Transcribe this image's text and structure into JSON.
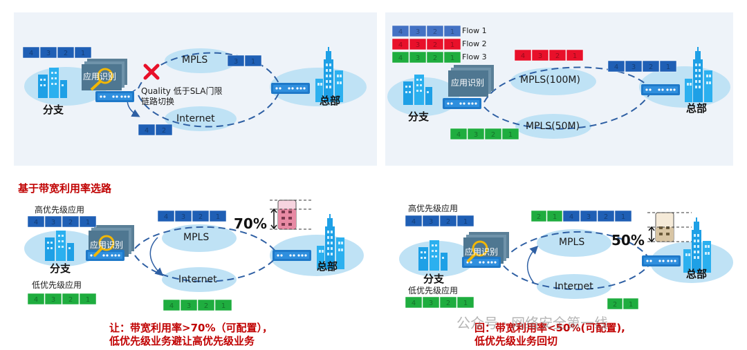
{
  "branch": "分支",
  "hq": "总部",
  "app_id": "应用识别",
  "mpls": "MPLS",
  "internet": "Internet",
  "panel1": {
    "quality_line1": "Quality 低于SLA门限",
    "quality_line2": "链路切换",
    "top_pkt": [
      "4",
      "3",
      "2",
      "1"
    ],
    "mpls_pkt": [
      "3",
      "1"
    ],
    "internet_pkt": [
      "4",
      "2"
    ]
  },
  "panel2": {
    "flows": [
      {
        "label": "Flow 1",
        "cells": [
          "4",
          "3",
          "2",
          "1"
        ],
        "color": "#4472c4"
      },
      {
        "label": "Flow 2",
        "cells": [
          "4",
          "3",
          "2",
          "1"
        ],
        "color": "#e8102a"
      },
      {
        "label": "Flow 3",
        "cells": [
          "4",
          "3",
          "2",
          "1"
        ],
        "color": "#1fad3f"
      }
    ],
    "mpls_big": "MPLS(100M)",
    "mpls_small": "MPLS(50M)",
    "red_pkt": [
      "4",
      "3",
      "2",
      "1"
    ],
    "hq_pkt": [
      "4",
      "3",
      "2",
      "1"
    ],
    "green_pkt": [
      "4",
      "3",
      "2",
      "1"
    ]
  },
  "section": {
    "title": "基于带宽利用率选路",
    "left": {
      "high_label": "高优先级应用",
      "low_label": "低优先级应用",
      "high_pkt": [
        "4",
        "3",
        "2",
        "1"
      ],
      "low_pkt": [
        "4",
        "3",
        "2",
        "1"
      ],
      "mpls_pkt": [
        "4",
        "3",
        "2",
        "1"
      ],
      "internet_pkt": [
        "4",
        "3",
        "2",
        "1"
      ],
      "percent": "70%",
      "gauge_fill": 0.7,
      "caption1": "让：带宽利用率>70%（可配置），",
      "caption2": "低优先级业务避让高优先级业务"
    },
    "right": {
      "high_label": "高优先级应用",
      "low_label": "低优先级应用",
      "high_pkt": [
        "4",
        "3",
        "2",
        "1"
      ],
      "low_pkt": [
        "4",
        "3",
        "2",
        "1"
      ],
      "mpls_green_pkt": [
        "2",
        "1"
      ],
      "mpls_blue_pkt": [
        "4",
        "3",
        "2",
        "1"
      ],
      "internet_pkt": [
        "2",
        "1"
      ],
      "percent": "50%",
      "gauge_fill": 0.5,
      "caption1": "回：带宽利用率<50%(可配置),",
      "caption2": "低优先级业务回切"
    }
  },
  "watermark": "公众号 · 网络安全第一线",
  "colors": {
    "blue": "#1f5fb5",
    "green": "#1fad3f",
    "red": "#e8102a",
    "accent_red": "#c00000",
    "cloud": "#bfe2f5",
    "building": "#1ea0e6"
  }
}
